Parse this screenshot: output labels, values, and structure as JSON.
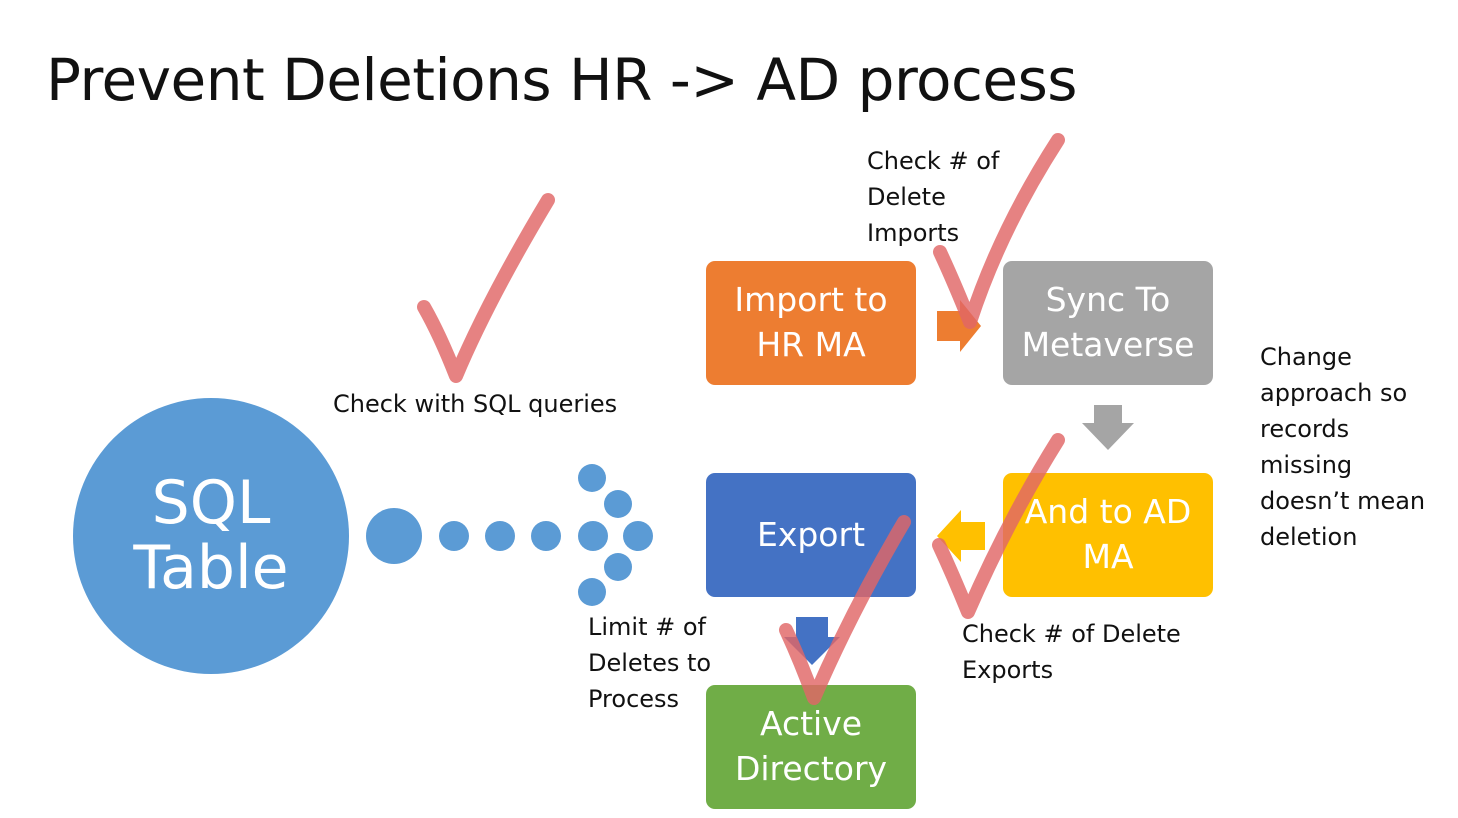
{
  "title": "Prevent Deletions HR -> AD process",
  "colors": {
    "sql": "#5b9bd5",
    "import": "#ed7d31",
    "sync": "#a5a5a5",
    "and_to_ad": "#ffc000",
    "export": "#4472c4",
    "active_directory": "#70ad47",
    "check_mark": "#e06666"
  },
  "source": {
    "lines": [
      "SQL",
      "Table"
    ]
  },
  "boxes": {
    "import": {
      "lines": [
        "Import to",
        "HR MA"
      ]
    },
    "sync": {
      "lines": [
        "Sync To",
        "Metaverse"
      ]
    },
    "and_to_ad": {
      "lines": [
        "And to AD",
        "MA"
      ]
    },
    "export": {
      "lines": [
        "Export"
      ]
    },
    "active_directory": {
      "lines": [
        "Active",
        "Directory"
      ]
    }
  },
  "notes": {
    "sql_queries": {
      "lines": [
        "Check with SQL queries"
      ]
    },
    "delete_imports": {
      "lines": [
        "Check # of",
        "Delete",
        "Imports"
      ]
    },
    "change_approach": {
      "lines": [
        "Change",
        "approach so",
        "records",
        "missing",
        "doesn’t mean",
        "deletion"
      ]
    },
    "delete_exports": {
      "lines": [
        "Check # of Delete",
        "Exports"
      ]
    },
    "limit_deletes": {
      "lines": [
        "Limit # of",
        "Deletes to",
        "Process"
      ]
    }
  },
  "icons": [
    "check-mark-icon",
    "arrow-right-icon",
    "arrow-down-icon",
    "arrow-left-icon"
  ]
}
